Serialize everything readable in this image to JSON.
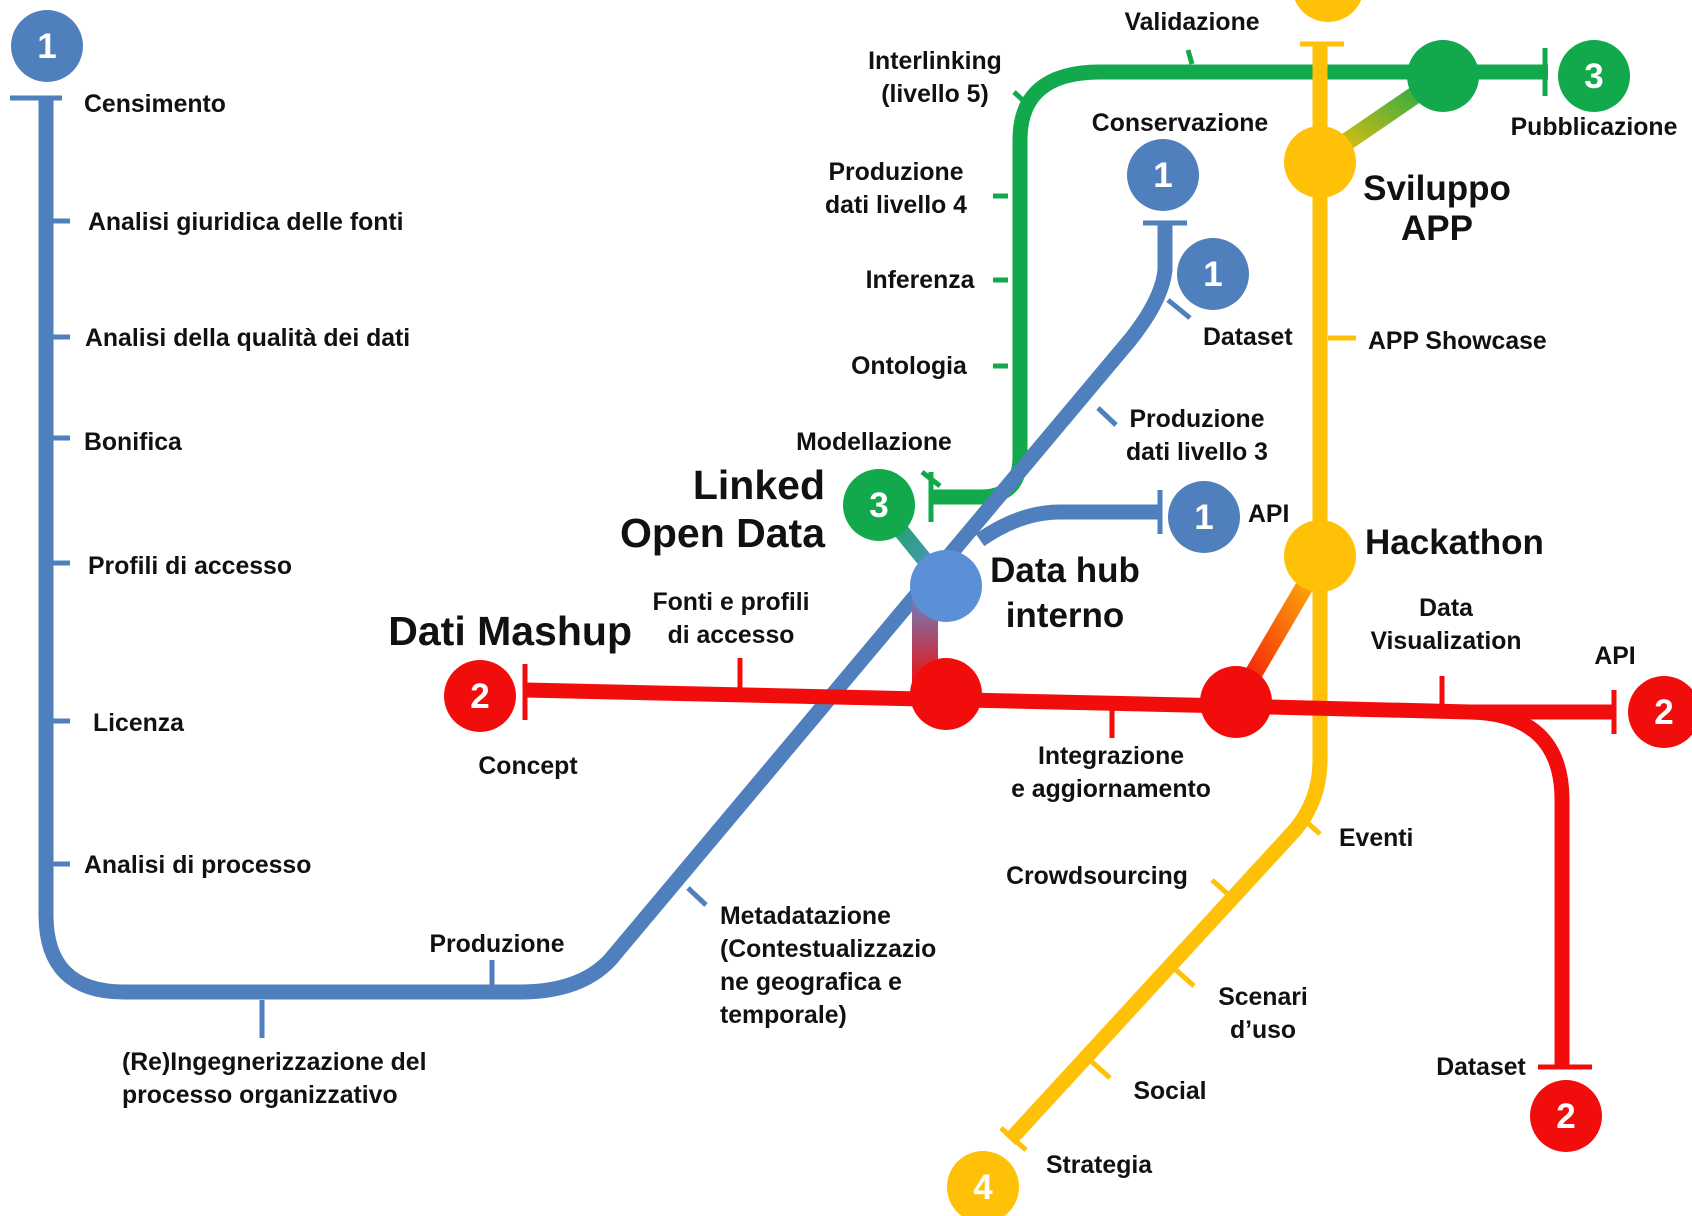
{
  "colors": {
    "blue": "#4f7fbd",
    "green": "#12a84c",
    "red": "#f20d0d",
    "yellow": "#ffc107",
    "hub": "#5b8fd6"
  },
  "lines": {
    "blue": {
      "number": "1",
      "stops": {
        "censimento": "Censimento",
        "analisi_giuridica": "Analisi giuridica delle fonti",
        "analisi_qualita": "Analisi della qualità dei dati",
        "bonifica": "Bonifica",
        "profili": "Profili di accesso",
        "licenza": "Licenza",
        "analisi_processo": "Analisi di processo",
        "reingegnerizzazione": [
          "(Re)Ingegnerizzazione del",
          "processo organizzativo"
        ],
        "produzione": "Produzione",
        "metadatazione": [
          "Metadatazione",
          "(Contestualizzazio",
          "ne geografica e",
          "temporale)"
        ],
        "produzione_l3": [
          "Produzione",
          "dati livello 3"
        ],
        "dataset": "Dataset",
        "conservazione": "Conservazione",
        "api": "API"
      }
    },
    "green": {
      "number": "3",
      "title": [
        "Linked",
        "Open Data"
      ],
      "stops": {
        "modellazione": "Modellazione",
        "ontologia": "Ontologia",
        "inferenza": "Inferenza",
        "produzione_l4": [
          "Produzione",
          "dati livello 4"
        ],
        "interlinking": [
          "Interlinking",
          "(livello 5)"
        ],
        "validazione": "Validazione",
        "pubblicazione": "Pubblicazione"
      }
    },
    "red": {
      "number": "2",
      "title": "Dati Mashup",
      "stops": {
        "concept": "Concept",
        "fonti_profili": [
          "Fonti e profili",
          "di accesso"
        ],
        "integrazione": [
          "Integrazione",
          "e aggiornamento"
        ],
        "data_visualization": [
          "Data",
          "Visualization"
        ],
        "api": "API",
        "dataset": "Dataset"
      }
    },
    "yellow": {
      "number": "4",
      "stops": {
        "app_showcase": "APP Showcase",
        "eventi": "Eventi",
        "crowdsourcing": "Crowdsourcing",
        "scenari": [
          "Scenari",
          "d’uso"
        ],
        "social": "Social",
        "strategia": "Strategia"
      }
    }
  },
  "stations": {
    "data_hub": [
      "Data hub",
      "interno"
    ],
    "sviluppo_app": [
      "Sviluppo",
      "APP"
    ],
    "hackathon": "Hackathon"
  }
}
